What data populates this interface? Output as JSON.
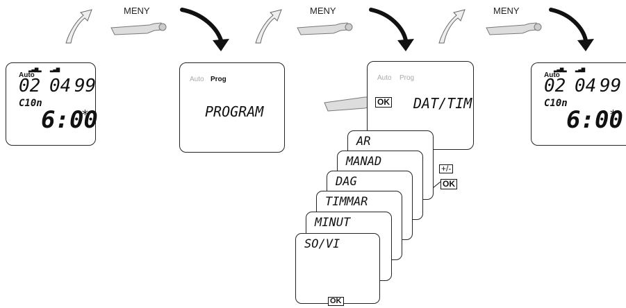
{
  "meny_label": "MENY",
  "display_left": {
    "auto": "Auto",
    "date_day": "02",
    "date_month": "04",
    "date_year": "99",
    "prog_code": "C10n",
    "time": "6:00",
    "star": "*"
  },
  "display_right": {
    "auto": "Auto",
    "date_day": "02",
    "date_month": "04",
    "date_year": "99",
    "prog_code": "C10n",
    "time": "6:00",
    "star": "*"
  },
  "display_program": {
    "auto": "Auto",
    "prog": "Prog",
    "text": "PROGRAM"
  },
  "display_dattim": {
    "auto": "Auto",
    "prog": "Prog",
    "ok": "OK",
    "text": "DAT/TIM"
  },
  "cards": [
    "AR",
    "MANAD",
    "DAG",
    "TIMMAR",
    "MINUT",
    "SO/VI"
  ],
  "plus_minus": "+/-",
  "ok_label": "OK",
  "bottom_ok": "OK"
}
